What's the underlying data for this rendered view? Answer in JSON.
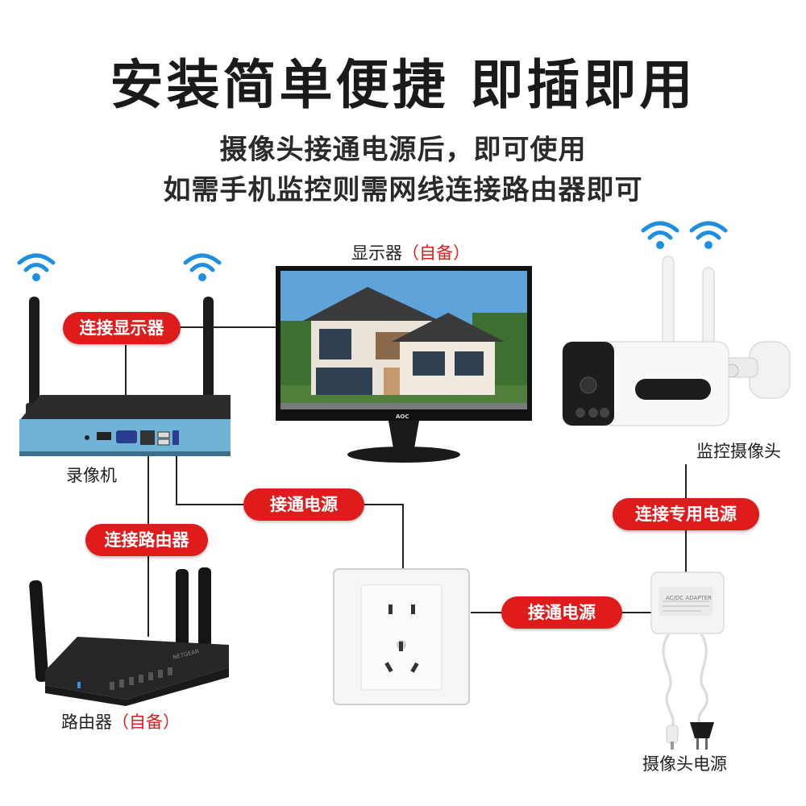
{
  "header": {
    "title": "安装简单便捷 即插即用",
    "subtitle_line1": "摄像头接通电源后，即可使用",
    "subtitle_line2": "如需手机监控则需网线连接路由器即可"
  },
  "devices": {
    "nvr": {
      "label": "录像机"
    },
    "monitor": {
      "label": "显示器",
      "note": "（自备）",
      "brand": "AOC"
    },
    "camera": {
      "label": "监控摄像头"
    },
    "router": {
      "label": "路由器",
      "note": "（自备）",
      "brand": "NETGEAR"
    },
    "socket": {},
    "adapter": {
      "label": "摄像头电源",
      "plate_text": "AC/DC ADAPTER"
    }
  },
  "connections": {
    "nvr_monitor": "连接显示器",
    "nvr_power": "接通电源",
    "nvr_router": "连接路由器",
    "camera_power": "连接专用电源",
    "adapter_socket": "接通电源"
  },
  "colors": {
    "accent": "#e01b1b",
    "wifi": "#1e8fe0",
    "nvr_front": "#6fb3d6",
    "line": "#222222"
  },
  "icons": [
    "wifi-icon",
    "wifi-icon",
    "wifi-icon",
    "wifi-icon"
  ]
}
